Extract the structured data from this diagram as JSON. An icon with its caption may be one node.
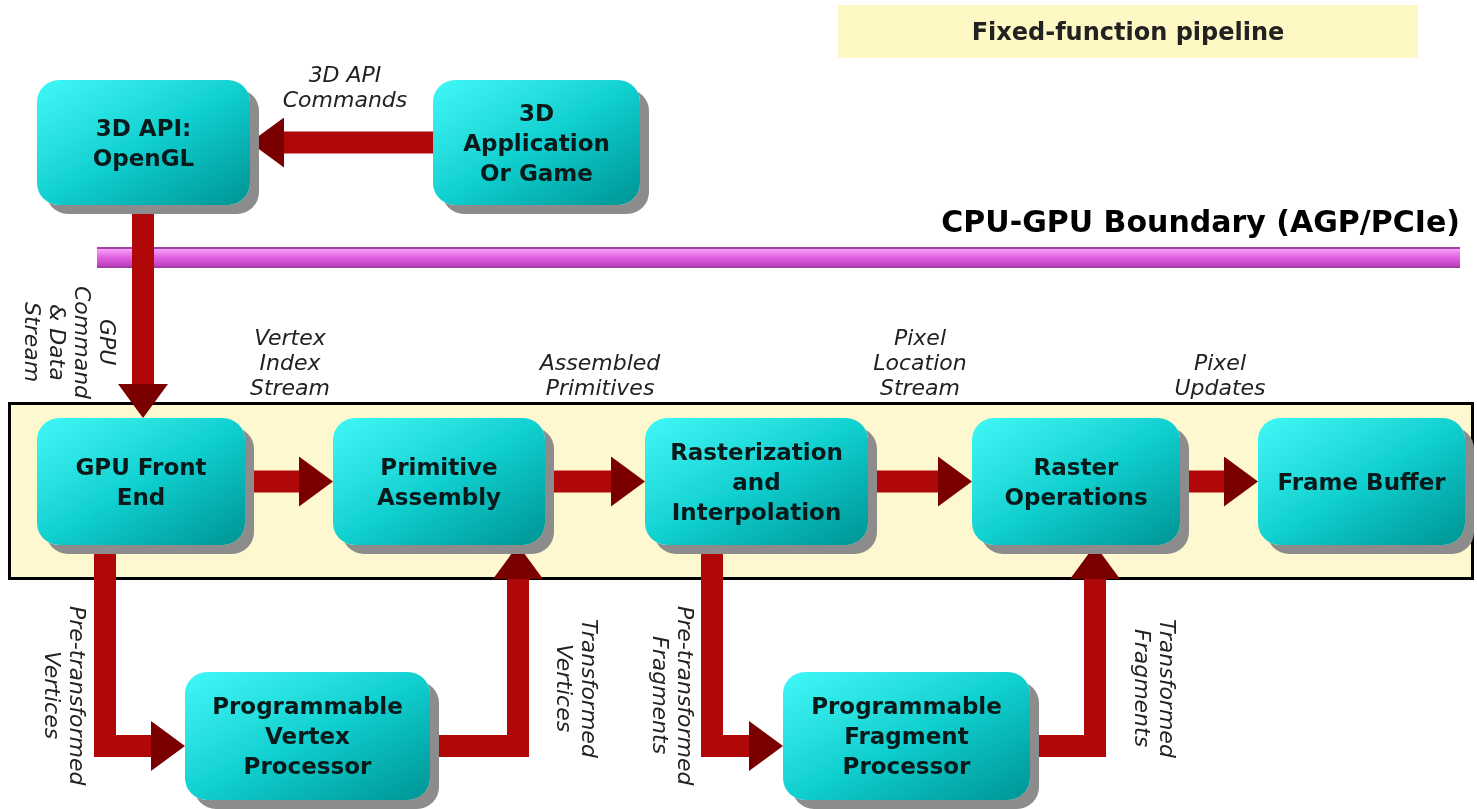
{
  "diagram": {
    "nodes": [
      {
        "text": [
          "Fixed-function pipeline"
        ]
      },
      {
        "text": [
          "3D API: OpenGL"
        ]
      },
      {
        "text": [
          "3D Application Or Game"
        ]
      },
      {
        "text": [],
        "shape": "box"
      },
      {
        "text": [
          "GPU Front End"
        ],
        "in": 3
      },
      {
        "text": [
          "Primitive Assembly"
        ],
        "in": 3
      },
      {
        "text": [
          "Rasterization and Interpolation"
        ],
        "in": 3
      },
      {
        "text": [
          "Raster Operations"
        ],
        "in": 3
      },
      {
        "text": [
          "Frame Buffer"
        ],
        "in": 3
      },
      {
        "text": [
          "Programmable Vertex Processor"
        ]
      },
      {
        "text": [
          "Programmable Fragment Processor"
        ]
      }
    ],
    "edges": [
      {
        "from": 2,
        "to": 1,
        "arrow": "to",
        "label": "3D API Commands"
      },
      {
        "from": 1,
        "to": 4,
        "arrow": "to",
        "label": "GPU Command & Data Stream"
      },
      {
        "from": 4,
        "to": 5,
        "arrow": "to",
        "label": "Vertex Index Stream"
      },
      {
        "from": 5,
        "to": 6,
        "arrow": "to",
        "label": "Assembled Primitives"
      },
      {
        "from": 6,
        "to": 7,
        "arrow": "to",
        "label": "Pixel Location Stream"
      },
      {
        "from": 7,
        "to": 8,
        "arrow": "to",
        "label": "Pixel Updates"
      },
      {
        "from": 4,
        "to": 9,
        "arrow": "to",
        "label": "Pre-transformed Vertices"
      },
      {
        "from": 9,
        "to": 5,
        "arrow": "to",
        "label": "Transformed Vertices"
      },
      {
        "from": 6,
        "to": 10,
        "arrow": "to",
        "label": "Pre-transformed Fragments"
      },
      {
        "from": 10,
        "to": 7,
        "arrow": "to",
        "label": "Transformed Fragments"
      }
    ],
    "labels": [
      "CPU-GPU Boundary (AGP/PCIe)"
    ]
  }
}
